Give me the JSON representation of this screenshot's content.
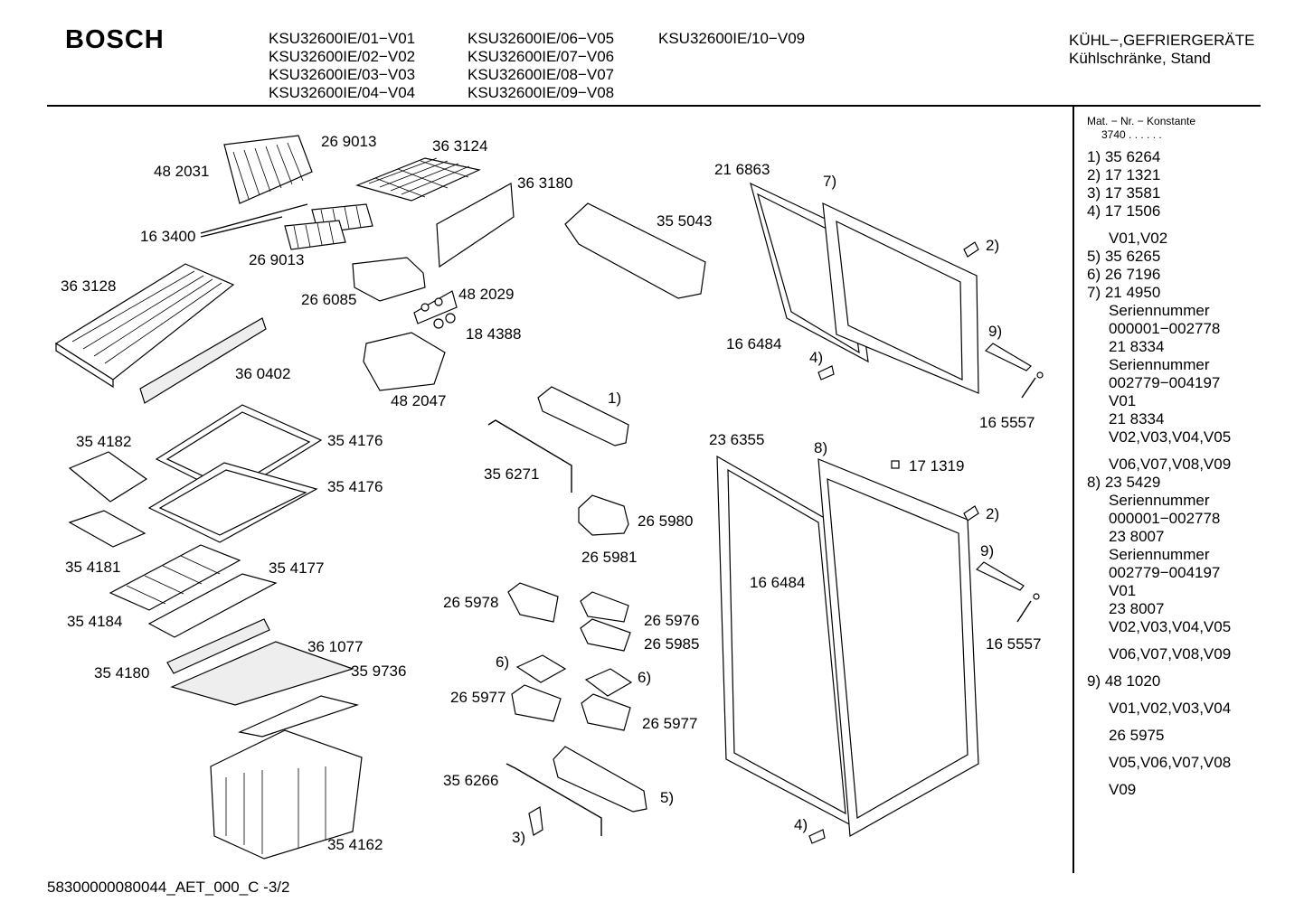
{
  "header": {
    "brand": "BOSCH",
    "models_col1": [
      "KSU32600IE/01−V01",
      "KSU32600IE/02−V02",
      "KSU32600IE/03−V03",
      "KSU32600IE/04−V04"
    ],
    "models_col2": [
      "KSU32600IE/06−V05",
      "KSU32600IE/07−V06",
      "KSU32600IE/08−V07",
      "KSU32600IE/09−V08"
    ],
    "models_col3": [
      "KSU32600IE/10−V09"
    ],
    "category": "KÜHL−,GEFRIERGERÄTE",
    "subcategory": "Kühlschränke, Stand"
  },
  "sidebar": {
    "heading": "Mat. − Nr. − Konstante",
    "constant": "3740 . .   . . . .",
    "entries": [
      {
        "text": "1) 35 6264",
        "style": ""
      },
      {
        "text": "2) 17 1321",
        "style": ""
      },
      {
        "text": "3) 17 3581",
        "style": ""
      },
      {
        "text": "4) 17 1506",
        "style": ""
      },
      {
        "text": "V01,V02",
        "style": "indent gap"
      },
      {
        "text": "5) 35 6265",
        "style": ""
      },
      {
        "text": "6) 26 7196",
        "style": ""
      },
      {
        "text": "7) 21 4950",
        "style": ""
      },
      {
        "text": "Seriennummer",
        "style": "indent"
      },
      {
        "text": "000001−002778",
        "style": "indent"
      },
      {
        "text": "21 8334",
        "style": "indent"
      },
      {
        "text": "Seriennummer",
        "style": "indent"
      },
      {
        "text": "002779−004197",
        "style": "indent"
      },
      {
        "text": "V01",
        "style": "indent"
      },
      {
        "text": "21 8334",
        "style": "indent"
      },
      {
        "text": "V02,V03,V04,V05",
        "style": "indent"
      },
      {
        "text": "V06,V07,V08,V09",
        "style": "indent gap"
      },
      {
        "text": "8) 23 5429",
        "style": ""
      },
      {
        "text": "Seriennummer",
        "style": "indent"
      },
      {
        "text": "000001−002778",
        "style": "indent"
      },
      {
        "text": "23 8007",
        "style": "indent"
      },
      {
        "text": "Seriennummer",
        "style": "indent"
      },
      {
        "text": "002779−004197",
        "style": "indent"
      },
      {
        "text": "V01",
        "style": "indent"
      },
      {
        "text": "23 8007",
        "style": "indent"
      },
      {
        "text": "V02,V03,V04,V05",
        "style": "indent"
      },
      {
        "text": "V06,V07,V08,V09",
        "style": "indent gap"
      },
      {
        "text": "9)  48 1020",
        "style": "gap"
      },
      {
        "text": "V01,V02,V03,V04",
        "style": "indent gap"
      },
      {
        "text": "26 5975",
        "style": "indent gap"
      },
      {
        "text": "V05,V06,V07,V08",
        "style": "indent gap"
      },
      {
        "text": "V09",
        "style": "indent gap"
      }
    ]
  },
  "part_labels": [
    "48 2031",
    "26 9013",
    "36 3124",
    "36 3180",
    "16 3400",
    "26 9013",
    "36 3128",
    "26 6085",
    "48 2029",
    "18 4388",
    "36 0402",
    "48 2047",
    "35 5043",
    "21 6863",
    "7)",
    "2)",
    "16 6484",
    "4)",
    "9)",
    "16 5557",
    "1)",
    "35 4182",
    "35 4176",
    "35 4176",
    "35 6271",
    "23 6355",
    "8)",
    "17 1319",
    "26 5980",
    "26 5981",
    "35 4181",
    "35 4177",
    "2)",
    "9)",
    "16 6484",
    "26 5978",
    "26 5976",
    "26 5985",
    "35 4184",
    "16 5557",
    "36 1077",
    "35 4180",
    "35 9736",
    "6)",
    "6)",
    "26 5977",
    "26 5977",
    "35 6266",
    "5)",
    "4)",
    "3)",
    "35 4162"
  ],
  "footer": {
    "doc_id": "58300000080044_AET_000_C -3/2"
  }
}
